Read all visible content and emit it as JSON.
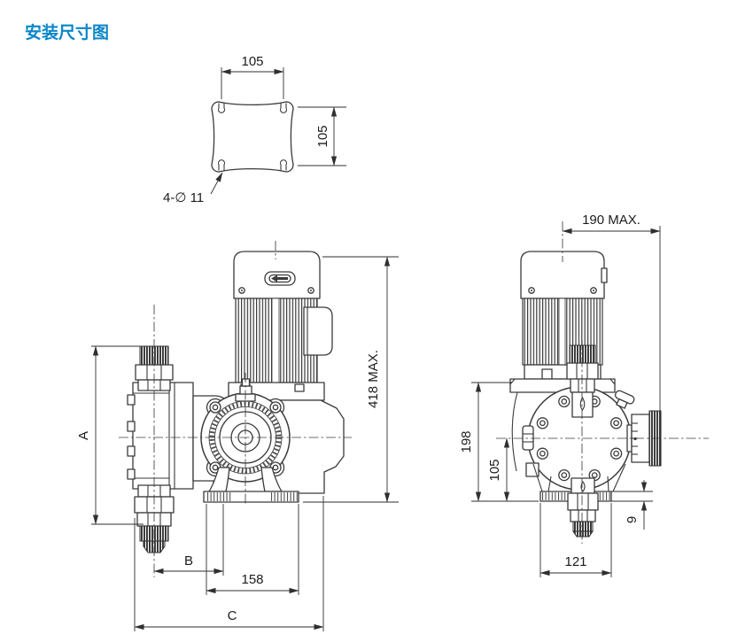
{
  "title": "安装尺寸图",
  "colors": {
    "accent_title": "#0a86c8",
    "line": "#3a3a3a"
  },
  "plan_view": {
    "dim_x": "105",
    "dim_y": "105",
    "hole_callout": "4-∅ 11"
  },
  "front_view": {
    "dim_a": "A",
    "dim_height": "418 MAX.",
    "dim_b": "B",
    "dim_base": "158",
    "dim_c": "C"
  },
  "side_view": {
    "dim_depth": "190 MAX.",
    "dim_h_total": "198",
    "dim_h_center": "105",
    "dim_plate": "9",
    "dim_base": "121"
  }
}
